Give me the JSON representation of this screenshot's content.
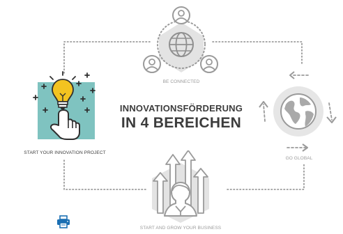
{
  "title": {
    "line1": "INNOVATIONSFÖRDERUNG",
    "line2": "IN 4 BEREICHEN"
  },
  "nodes": {
    "top": {
      "caption": "BE CONNECTED",
      "icon": "network-people-globe-icon"
    },
    "left": {
      "caption": "START YOUR INNOVATION PROJECT",
      "icon": "lightbulb-hand-icon"
    },
    "right": {
      "caption": "GO GLOBAL",
      "icon": "globe-arrows-icon"
    },
    "bottom": {
      "caption": "START AND GROW YOUR BUSINESS",
      "icon": "person-growth-arrows-icon"
    }
  },
  "toolbar": {
    "print_icon": "printer-icon"
  },
  "colors": {
    "accent_teal": "#7fc3c0",
    "bulb_yellow": "#f3c320",
    "icon_gray": "#a9a9a9",
    "text_dark": "#3c3c3c",
    "caption_gray": "#9a9a9a",
    "print_blue": "#1a6fb3"
  }
}
